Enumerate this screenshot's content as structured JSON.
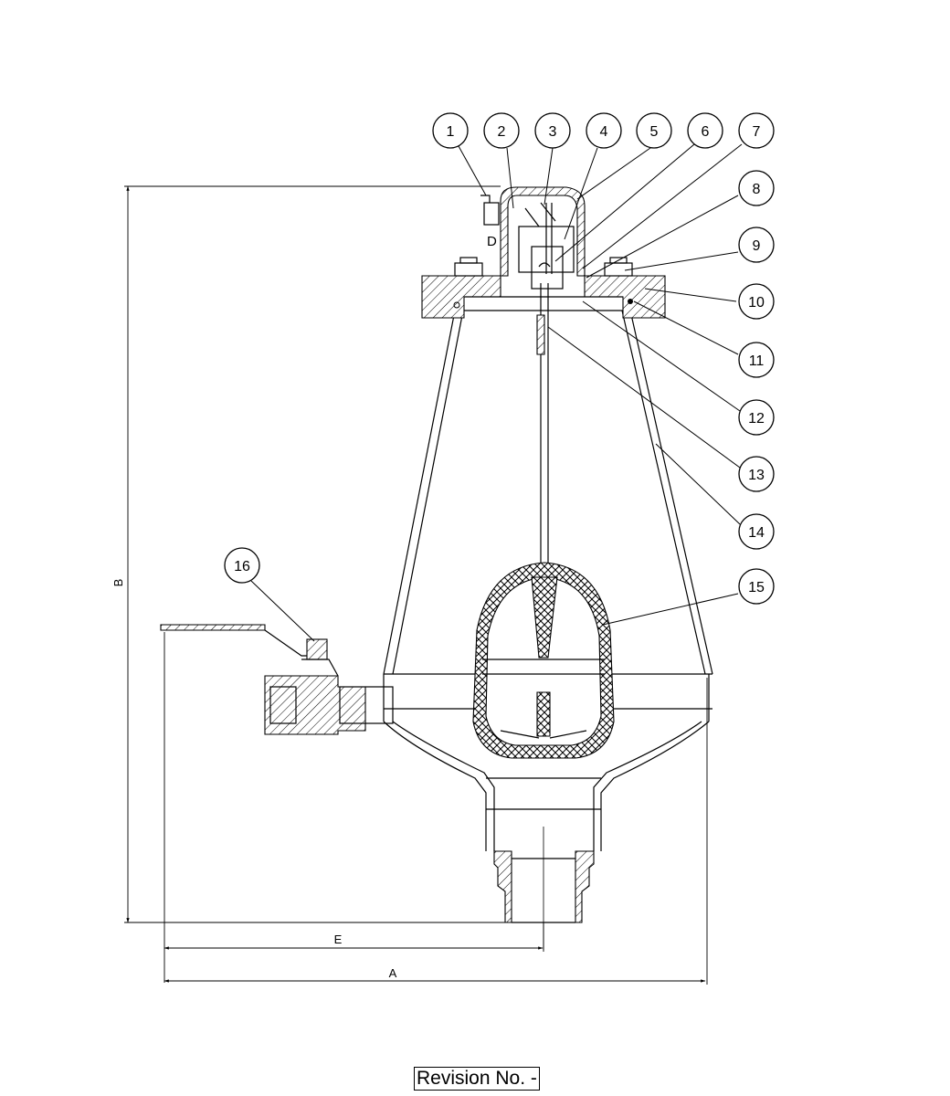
{
  "drawing": {
    "balloons": [
      "1",
      "2",
      "3",
      "4",
      "5",
      "6",
      "7",
      "8",
      "9",
      "10",
      "11",
      "12",
      "13",
      "14",
      "15",
      "16"
    ],
    "dimensions": {
      "overall_width": "A",
      "overall_height": "B",
      "valve_offset": "E",
      "detail_label": "D"
    },
    "revision_label": "Revision No. -"
  }
}
